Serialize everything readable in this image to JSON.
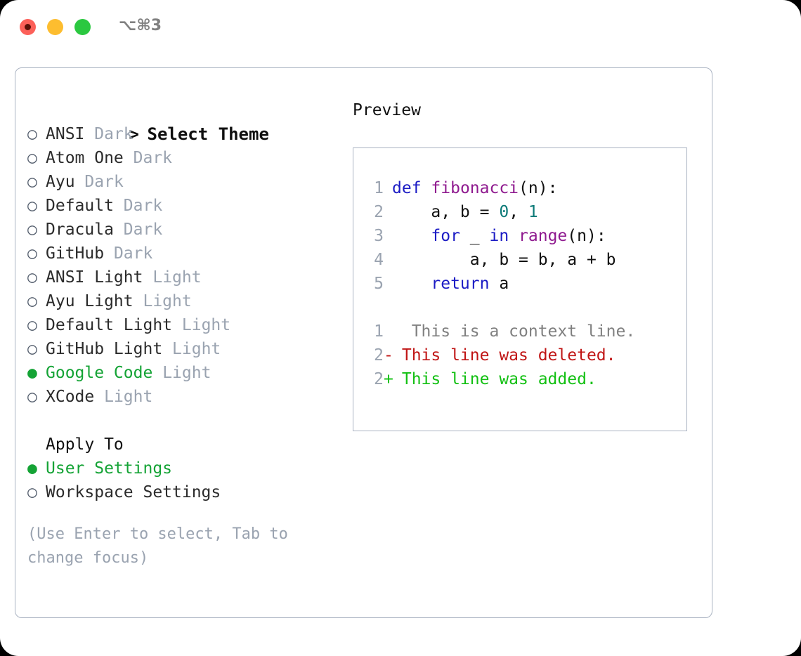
{
  "window": {
    "title": "⌥⌘3",
    "traffic_lights": [
      "close",
      "minimize",
      "maximize"
    ],
    "colors": {
      "close": "#fc6059",
      "minimize": "#fdbd2f",
      "maximize": "#2bc840",
      "border": "#aab3c2",
      "accent_green": "#14a335",
      "muted": "#9aa3b0"
    }
  },
  "theme_list": {
    "header": {
      "marker": ">",
      "label": "Select Theme"
    },
    "items": [
      {
        "marker": "○",
        "name": "ANSI",
        "kind": "Dark",
        "selected": false
      },
      {
        "marker": "○",
        "name": "Atom One",
        "kind": "Dark",
        "selected": false
      },
      {
        "marker": "○",
        "name": "Ayu",
        "kind": "Dark",
        "selected": false
      },
      {
        "marker": "○",
        "name": "Default",
        "kind": "Dark",
        "selected": false
      },
      {
        "marker": "○",
        "name": "Dracula",
        "kind": "Dark",
        "selected": false
      },
      {
        "marker": "○",
        "name": "GitHub",
        "kind": "Dark",
        "selected": false
      },
      {
        "marker": "○",
        "name": "ANSI Light",
        "kind": "Light",
        "selected": false
      },
      {
        "marker": "○",
        "name": "Ayu Light",
        "kind": "Light",
        "selected": false
      },
      {
        "marker": "○",
        "name": "Default Light",
        "kind": "Light",
        "selected": false
      },
      {
        "marker": "○",
        "name": "GitHub Light",
        "kind": "Light",
        "selected": false
      },
      {
        "marker": "●",
        "name": "Google Code",
        "kind": "Light",
        "selected": true
      },
      {
        "marker": "○",
        "name": "XCode",
        "kind": "Light",
        "selected": false
      }
    ]
  },
  "apply_to": {
    "title": "Apply To",
    "options": [
      {
        "marker": "●",
        "label": "User Settings",
        "selected": true
      },
      {
        "marker": "○",
        "label": "Workspace Settings",
        "selected": false
      }
    ]
  },
  "hint": "(Use Enter to select, Tab to\nchange focus)",
  "preview": {
    "title": "Preview",
    "code_lines": [
      {
        "num": "1",
        "gutter": " ",
        "tokens": [
          {
            "t": "def",
            "c": "kw"
          },
          {
            "t": " ",
            "c": "pl"
          },
          {
            "t": "fibonacci",
            "c": "fn"
          },
          {
            "t": "(n):",
            "c": "pl"
          }
        ]
      },
      {
        "num": "2",
        "gutter": " ",
        "tokens": [
          {
            "t": "    a, b = ",
            "c": "pl"
          },
          {
            "t": "0",
            "c": "num"
          },
          {
            "t": ", ",
            "c": "pl"
          },
          {
            "t": "1",
            "c": "num"
          }
        ]
      },
      {
        "num": "3",
        "gutter": " ",
        "tokens": [
          {
            "t": "    ",
            "c": "pl"
          },
          {
            "t": "for",
            "c": "kw"
          },
          {
            "t": " _ ",
            "c": "pl"
          },
          {
            "t": "in",
            "c": "kw"
          },
          {
            "t": " ",
            "c": "pl"
          },
          {
            "t": "range",
            "c": "fn"
          },
          {
            "t": "(n):",
            "c": "pl"
          }
        ]
      },
      {
        "num": "4",
        "gutter": " ",
        "tokens": [
          {
            "t": "        a, b = b, a + b",
            "c": "pl"
          }
        ]
      },
      {
        "num": "5",
        "gutter": " ",
        "tokens": [
          {
            "t": "    ",
            "c": "pl"
          },
          {
            "t": "return",
            "c": "kw"
          },
          {
            "t": " a",
            "c": "pl"
          }
        ]
      },
      {
        "num": "",
        "gutter": " ",
        "tokens": []
      },
      {
        "num": "1",
        "gutter": " ",
        "tokens": [
          {
            "t": "  This is a context line.",
            "c": "ctx"
          }
        ]
      },
      {
        "num": "2",
        "gutter": "-",
        "tokens": [
          {
            "t": " This line was deleted.",
            "c": "del"
          }
        ]
      },
      {
        "num": "2",
        "gutter": "+",
        "tokens": [
          {
            "t": " This line was added.",
            "c": "add"
          }
        ]
      }
    ]
  }
}
